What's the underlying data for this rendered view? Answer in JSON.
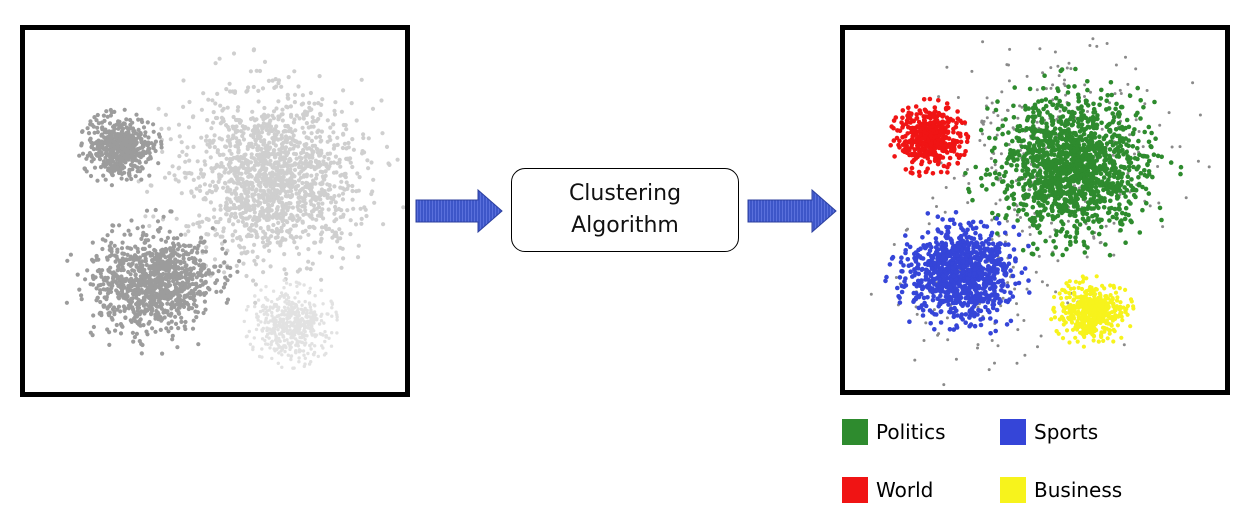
{
  "diagram": {
    "algorithm_box": {
      "line1": "Clustering",
      "line2": "Algorithm"
    },
    "legend": [
      {
        "label": "Politics",
        "color": "#2e8b2e"
      },
      {
        "label": "Sports",
        "color": "#3545d8"
      },
      {
        "label": "World",
        "color": "#f01414"
      },
      {
        "label": "Business",
        "color": "#f7f31c"
      }
    ],
    "colors": {
      "arrow_fill": "#3d56c8",
      "border": "#000000",
      "unclustered_dark": "#9c9c9c",
      "unclustered_light": "#cfcfcf",
      "unclustered_faint": "#e2e2e2",
      "noise": "#8a8a8a"
    }
  }
}
